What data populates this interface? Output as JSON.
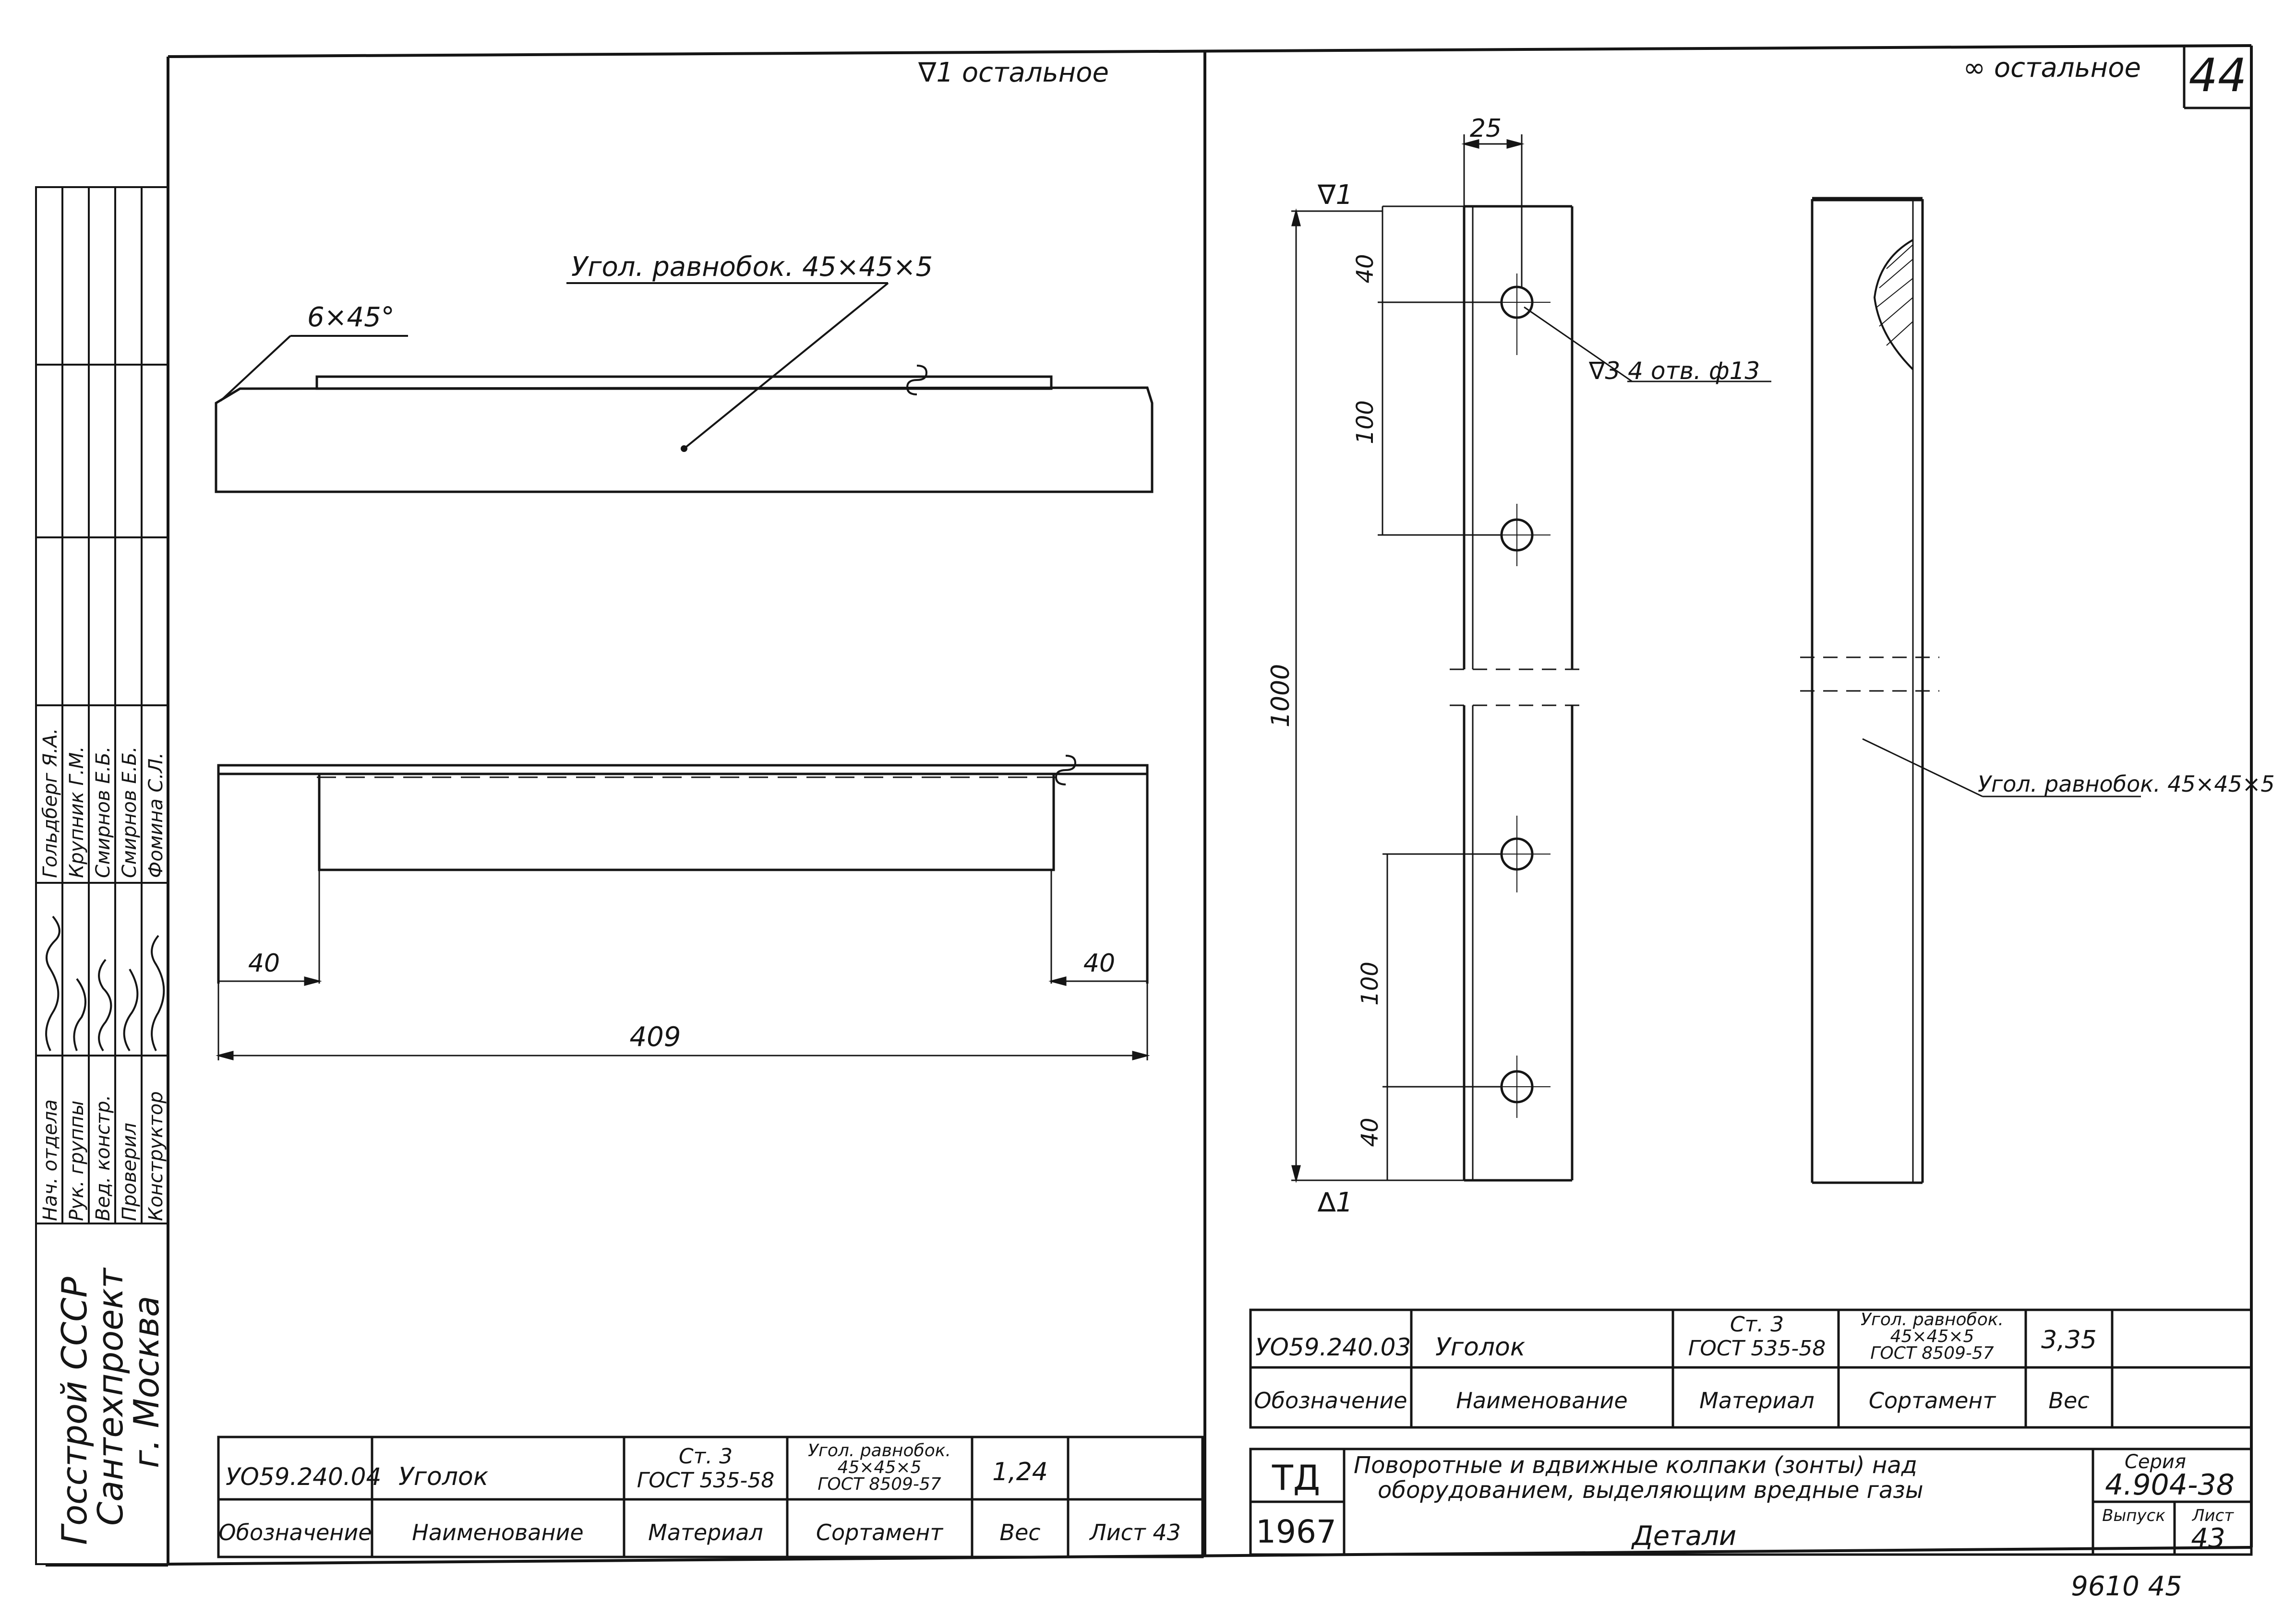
{
  "sheet_number": "44",
  "surface_mark_left": "∇1 остальное",
  "surface_mark_right": "∞ остальное",
  "left_drawing": {
    "chamfer_label": "6×45°",
    "material_callout": "Угол. равнобок. 45×45×5",
    "dim_40_left": "40",
    "dim_40_right": "40",
    "dim_409": "409"
  },
  "right_drawing": {
    "dim_25": "25",
    "dim_40_top": "40",
    "dim_100_top": "100",
    "dim_1000": "1000",
    "dim_100_bottom": "100",
    "dim_40_bottom": "40",
    "surface_top": "∇1",
    "surface_bottom": "∆1",
    "holes_callout": "∇3 4 отв. ф13",
    "side_callout": "Угол. равнобок. 45×45×5"
  },
  "left_stamp": {
    "org_line1": "Госстрой СССР",
    "org_line2": "Сантехпроект",
    "org_line3": "г. Москва",
    "roles": [
      "Нач. отдела",
      "Рук. группы",
      "Вед. констр.",
      "Проверил",
      "Конструктор"
    ],
    "names": [
      "Гольдберг Я.А.",
      "Крупник Г.М.",
      "Смирнов Е.Б.",
      "Смирнов Е.Б.",
      "Фомина С.Л."
    ]
  },
  "left_spec": {
    "designation": "УО59.240.04",
    "name": "Уголок",
    "material_line1": "Ст. 3",
    "material_line2": "ГОСТ 535-58",
    "assortment_line1": "Угол. равнобок.",
    "assortment_line2": "45×45×5",
    "assortment_line3": "ГОСТ 8509-57",
    "weight": "1,24",
    "headers": [
      "Обозначение",
      "Наименование",
      "Материал",
      "Сортамент",
      "Вес"
    ],
    "sheet_label": "Лист 43"
  },
  "right_spec": {
    "designation": "УО59.240.03",
    "name": "Уголок",
    "material_line1": "Ст. 3",
    "material_line2": "ГОСТ 535-58",
    "assortment_line1": "Угол. равнобок.",
    "assortment_line2": "45×45×5",
    "assortment_line3": "ГОСТ 8509-57",
    "weight": "3,35",
    "headers": [
      "Обозначение",
      "Наименование",
      "Материал",
      "Сортамент",
      "Вес"
    ]
  },
  "title_block": {
    "td": "ТД",
    "year": "1967",
    "title_line1": "Поворотные и вдвижные колпаки (зонты) над",
    "title_line2": "оборудованием, выделяющим вредные газы",
    "subtitle": "Детали",
    "series_label": "Серия",
    "series_value": "4.904-38",
    "issue_label": "Выпуск",
    "sheet_label": "Лист",
    "sheet_value": "43"
  },
  "footer_code": "9610  45"
}
